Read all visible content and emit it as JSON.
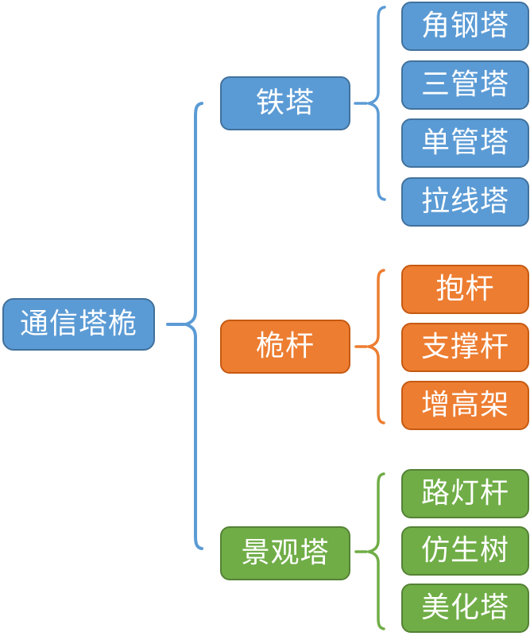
{
  "diagram": {
    "root": {
      "label": "通信塔桅"
    },
    "branches": [
      {
        "label": "铁塔",
        "color": "#5B9BD5",
        "children": [
          {
            "label": "角钢塔"
          },
          {
            "label": "三管塔"
          },
          {
            "label": "单管塔"
          },
          {
            "label": "拉线塔"
          }
        ]
      },
      {
        "label": "桅杆",
        "color": "#ED7D31",
        "children": [
          {
            "label": "抱杆"
          },
          {
            "label": "支撑杆"
          },
          {
            "label": "增高架"
          }
        ]
      },
      {
        "label": "景观塔",
        "color": "#70AD47",
        "children": [
          {
            "label": "路灯杆"
          },
          {
            "label": "仿生树"
          },
          {
            "label": "美化塔"
          }
        ]
      }
    ],
    "colors": {
      "blue_fill": "#5B9BD5",
      "blue_border": "#41719C",
      "orange_fill": "#ED7D31",
      "orange_border": "#C55A11",
      "green_fill": "#70AD47",
      "green_border": "#548235",
      "text": "#FFFFFF"
    }
  }
}
